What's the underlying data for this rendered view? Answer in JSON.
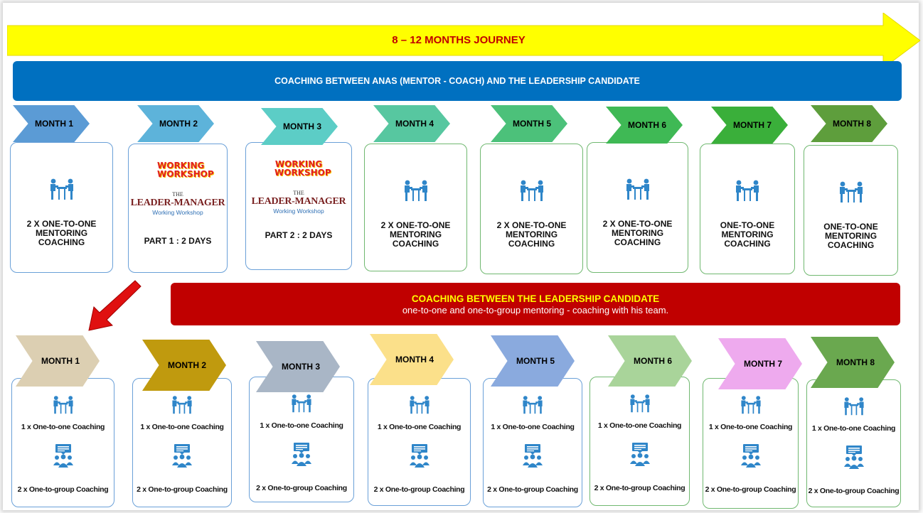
{
  "journey": {
    "title": "8 – 12 MONTHS JOURNEY",
    "color": "#ffff00"
  },
  "top_banner": {
    "text": "COACHING BETWEEN ANAS (MENTOR - COACH) AND THE  LEADERSHIP CANDIDATE",
    "color": "#0070c0"
  },
  "bottom_banner": {
    "title": "COACHING BETWEEN THE LEADERSHIP CANDIDATE",
    "subtitle": "one-to-one and one-to-group mentoring - coaching with his team.",
    "color": "#c00000"
  },
  "top_months": [
    {
      "label": "MONTH 1",
      "color": "#5b9bd5",
      "type": "meeting",
      "text": "2 X ONE-TO-ONE MENTORING COACHING"
    },
    {
      "label": "MONTH 2",
      "color": "#5db3da",
      "type": "workshop",
      "logo_top": "WORKING WORKSHOP",
      "logo_the": "THE",
      "logo_main": "LEADER-MANAGER",
      "logo_sub": "Working Workshop",
      "text": "PART 1 : 2 DAYS"
    },
    {
      "label": "MONTH 3",
      "color": "#5ccdc6",
      "type": "workshop",
      "logo_top": "WORKING WORKSHOP",
      "logo_the": "THE",
      "logo_main": "LEADER-MANAGER",
      "logo_sub": "Working Workshop",
      "text": "PART 2 : 2 DAYS"
    },
    {
      "label": "MONTH 4",
      "color": "#57c7a0",
      "type": "meeting",
      "text": "2 X ONE-TO-ONE MENTORING COACHING"
    },
    {
      "label": "MONTH 5",
      "color": "#4cc17a",
      "type": "meeting",
      "text": "2 X ONE-TO-ONE MENTORING COACHING"
    },
    {
      "label": "MONTH 6",
      "color": "#3fb955",
      "type": "meeting",
      "text": "2 X ONE-TO-ONE MENTORING COACHING"
    },
    {
      "label": "MONTH 7",
      "color": "#3aaf3a",
      "type": "meeting",
      "text": "ONE-TO-ONE MENTORING COACHING"
    },
    {
      "label": "MONTH 8",
      "color": "#5e9e3c",
      "type": "meeting",
      "text": "ONE-TO-ONE MENTORING COACHING"
    }
  ],
  "bottom_months": [
    {
      "label": "MONTH 1",
      "color": "#dccfb2",
      "one": "1 x One-to-one Coaching",
      "group": "2 x One-to-group Coaching"
    },
    {
      "label": "MONTH 2",
      "color": "#c09a0e",
      "one": "1 x One-to-one Coaching",
      "group": "2 x One-to-group Coaching"
    },
    {
      "label": "MONTH 3",
      "color": "#a9b6c6",
      "one": "1 x One-to-one Coaching",
      "group": "2 x One-to-group Coaching"
    },
    {
      "label": "MONTH 4",
      "color": "#fbe08a",
      "one": "1 x One-to-one Coaching",
      "group": "2 x One-to-group Coaching"
    },
    {
      "label": "MONTH 5",
      "color": "#8aaade",
      "one": "1 x One-to-one Coaching",
      "group": "2 x One-to-group Coaching"
    },
    {
      "label": "MONTH 6",
      "color": "#a9d49a",
      "one": "1 x One-to-one Coaching",
      "group": "2 x One-to-group Coaching"
    },
    {
      "label": "MONTH 7",
      "color": "#eeaaee",
      "one": "1 x One-to-one Coaching",
      "group": "2 x One-to-group Coaching"
    },
    {
      "label": "MONTH 8",
      "color": "#6aa84f",
      "one": "1 x One-to-one Coaching",
      "group": "2 x One-to-group Coaching"
    }
  ],
  "icons": {
    "meeting": "meeting-icon",
    "presentation": "presentation-group-icon",
    "arrow": "red-down-arrow"
  },
  "icon_color": "#2f86c9",
  "arrow_color": "#e01010"
}
